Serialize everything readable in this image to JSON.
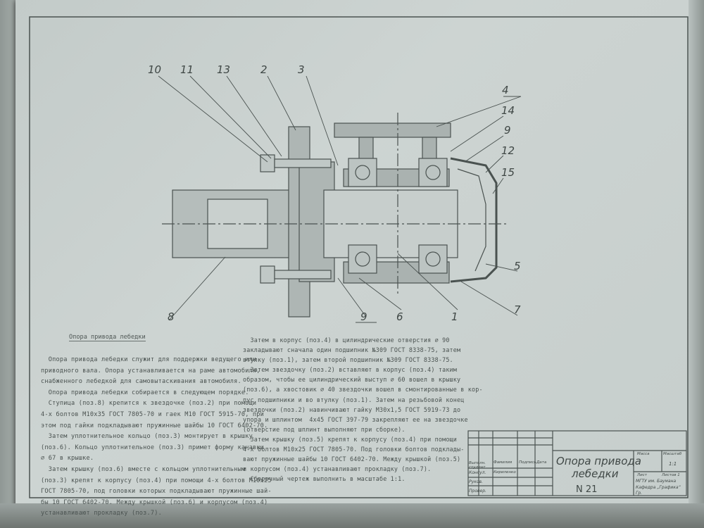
{
  "drawing": {
    "position_labels": [
      "10",
      "11",
      "13",
      "2",
      "3",
      "4",
      "14",
      "9",
      "12",
      "15",
      "5",
      "7",
      "1",
      "6",
      "9",
      "8"
    ]
  },
  "notes": {
    "heading": "Опора привода лебедки",
    "left_column": [
      "  Опора привода лебедки служит для поддержки ведущего или",
      "приводного вала. Опора устанавливается на раме автомобиля,",
      "снабженного лебедкой для самовытаскивания автомобиля.",
      "  Опора привода лебедки собирается в следующем порядке.",
      "  Ступица (поз.8) крепится к звездочке (поз.2) при помощи",
      "4-х болтов М10х35 ГОСТ 7805-70 и гаек М10 ГОСТ 5915-70, при",
      "этом под гайки подкладывают пружинные шайбы 10 ГОСТ 6402-70.",
      "  Затем уплотнительное кольцо (поз.3) монтирует в крышку",
      "(поз.6). Кольцо уплотнительное (поз.3) примет форму канавки",
      "∅ 67 в крышке.",
      "  Затем крышку (поз.6) вместе с кольцом уплотнительным",
      "(поз.3) крепят к корпусу (поз.4) при помощи 4-х болтов М10х25",
      "ГОСТ 7805-70, под головки которых подкладывают пружинные шай-",
      "бы 10 ГОСТ 6402-70. Между крышкой (поз.6) и корпусом (поз.4)",
      "устанавливают прокладку (поз.7)."
    ],
    "right_column": [
      "  Затем в корпус (поз.4) в цилиндрические отверстия ∅ 90",
      "закладывают сначала один подшипник №309 ГОСТ 8338-75, затем",
      "втулку (поз.1), затем второй подшипник №309 ГОСТ 8338-75.",
      "  Затем звездочку (поз.2) вставляют в корпус (поз.4) таким",
      "образом, чтобы ее цилиндрический выступ ∅ 60 вошел в крышку",
      "(поз.6), а хвостовик ∅ 40 звездочки вошел в смонтированные в кор-",
      "пус подшипники и во втулку (поз.1). Затем на резьбовой конец",
      "звездочки (поз.2) навинчивают гайку М30х1,5 ГОСТ 5919-73 до",
      "упора и шплинтом  4х45 ГОСТ 397-79 закрепляют ее на звездочке",
      "(отверстие под шплинт выполняют при сборке).",
      "  Затем крышку (поз.5) крепят к корпусу (поз.4) при помощи",
      "4-х болтов М10х25 ГОСТ 7805-70. Под головки болтов подклады-",
      "вают пружинные шайбы 10 ГОСТ 6402-70. Между крышкой (поз.5)",
      "и корпусом (поз.4) устанавливают прокладку (поз.7).",
      "  Сборочный чертеж выполнить в масштабе 1:1."
    ]
  },
  "title_block": {
    "title_line1": "Опора привода",
    "title_line2": "лебедки",
    "number": "N 21",
    "rows": [
      "Выполн. студент",
      "Консул.",
      "Руков.",
      "Провер."
    ],
    "col_headers": [
      "Фамилия",
      "Подпись",
      "Дата"
    ],
    "consultant": "Кириленко",
    "mass_label": "Масса",
    "scale_label": "Масштаб",
    "scale_value": "1:1",
    "sheet_label": "Лист",
    "sheets_label": "Листов 1",
    "org_line1": "МГТУ им. Баумана",
    "org_line2": "Кафедра „Графика“",
    "org_line3": "Гр."
  }
}
